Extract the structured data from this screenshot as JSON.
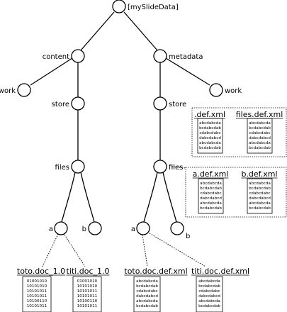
{
  "nodes": {
    "root": "[mySlideData]",
    "content": "content",
    "metadata": "metadata",
    "work_left": "work",
    "work_right": "work",
    "store_left": "store",
    "store_right": "store",
    "files_left": "files",
    "files_right": "files",
    "a_left": "a",
    "b_left": "b",
    "a_right": "a",
    "b_right": "b"
  },
  "store_panel": [
    {
      "title": ".def.xml",
      "lines": [
        "abcdabcda",
        "bcdabcdab",
        "cdabcdabc",
        "dabcdabcd",
        "abcdabcda",
        "bcdabcdab"
      ]
    },
    {
      "title": "files.def.xml",
      "lines": [
        "abcdabcda",
        "bcdabcdab",
        "cdabcdabc",
        "dabcdabcd",
        "abcdabcda",
        "bcdabcdab"
      ]
    }
  ],
  "files_panel": [
    {
      "title": "a.def.xml",
      "lines": [
        "abcdabcda",
        "bcdabcdab",
        "cdabcdabc",
        "dabcdabcd",
        "abcdabcda",
        "bcdabcdab"
      ]
    },
    {
      "title": "b.def.xml",
      "lines": [
        "abcdabcda",
        "bcdabcdab",
        "cdabcdabc",
        "dabcdabcd",
        "abcdabcda",
        "bcdabcdab"
      ]
    }
  ],
  "leaf_docs": [
    {
      "title": "toto.doc_1.0",
      "lines": [
        "01001010",
        "10101010",
        "10101011",
        "10101011",
        "10100110",
        "10101011"
      ]
    },
    {
      "title": "titi.doc_1.0",
      "lines": [
        "01001010",
        "10101010",
        "10101011",
        "10101011",
        "10100110",
        "10101011"
      ]
    },
    {
      "title": "toto.doc.def.xml",
      "lines": [
        "abcdabcda",
        "bcdabcdab",
        "cdabcdabc",
        "dabcdabcd",
        "abcdabcda",
        "bcdabcdab"
      ]
    },
    {
      "title": "titi.doc.def.xml",
      "lines": [
        "abcdabcda",
        "bcdabcdab",
        "cdabcdabc",
        "dabcdabcd",
        "abcdabcda",
        "bcdabcdab"
      ]
    }
  ]
}
